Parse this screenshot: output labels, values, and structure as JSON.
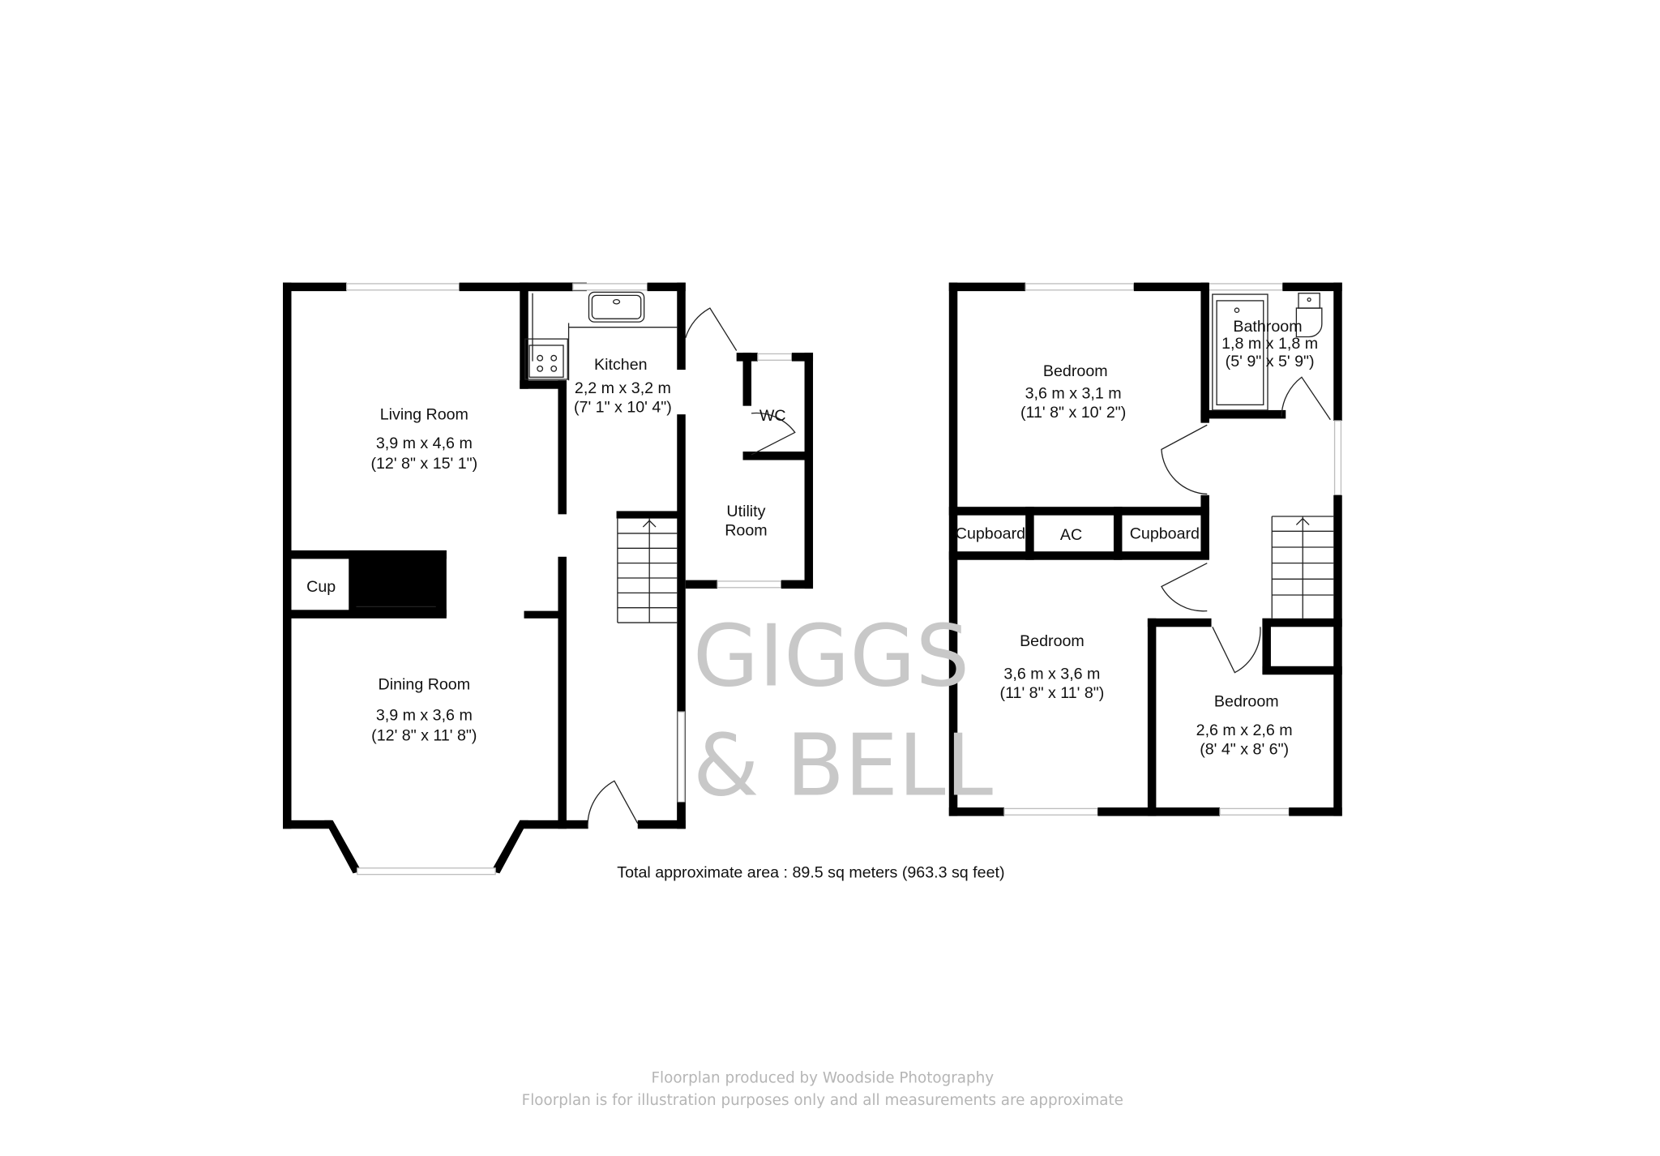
{
  "ground_floor": {
    "rooms": [
      {
        "name": "Living Room",
        "metric": "3,9 m x 4,6 m",
        "imperial": "(12' 8\" x 15' 1\")"
      },
      {
        "name": "Kitchen",
        "metric": "2,2 m x 3,2 m",
        "imperial": "(7' 1\" x 10' 4\")"
      },
      {
        "name": "WC"
      },
      {
        "name_line1": "Utility",
        "name_line2": "Room"
      },
      {
        "name": "Cup"
      },
      {
        "name": "Dining Room",
        "metric": "3,9 m x 3,6 m",
        "imperial": "(12' 8\" x 11' 8\")"
      }
    ]
  },
  "first_floor": {
    "rooms": [
      {
        "name": "Bedroom",
        "metric": "3,6 m x 3,1 m",
        "imperial": "(11' 8\" x 10' 2\")"
      },
      {
        "name": "Bathroom",
        "metric": "1,8 m x 1,8 m",
        "imperial": "(5' 9\" x 5' 9\")"
      },
      {
        "name": "Cupboard"
      },
      {
        "name": "AC"
      },
      {
        "name": "Cupboard"
      },
      {
        "name": "Bedroom",
        "metric": "3,6 m x 3,6 m",
        "imperial": "(11' 8\" x 11' 8\")"
      },
      {
        "name": "Bedroom",
        "metric": "2,6 m x 2,6 m",
        "imperial": "(8' 4\" x 8' 6\")"
      }
    ]
  },
  "watermark": {
    "line1": "GIGGS",
    "line2": "& BELL"
  },
  "total_area": "Total approximate area : 89.5 sq meters (963.3 sq feet)",
  "footer": {
    "line1": "Floorplan produced by Woodside Photography",
    "line2": "Floorplan is for illustration purposes only and all measurements are approximate"
  }
}
